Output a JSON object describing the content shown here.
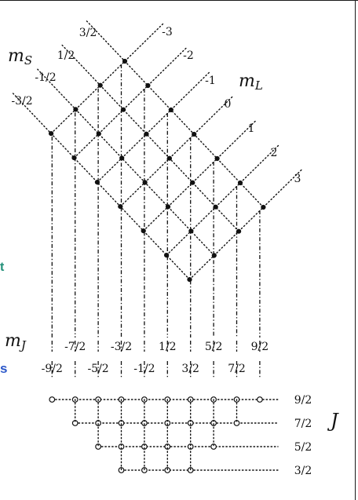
{
  "colors": {
    "ink": "#111111",
    "page": "#ffffff",
    "edge_teal": "#1f8f78",
    "edge_blue": "#2b57c9"
  },
  "symbols": {
    "m_S": "m",
    "m_S_sub": "S",
    "m_L": "m",
    "m_L_sub": "L",
    "m_J": "m",
    "m_J_sub": "J",
    "J": "J"
  },
  "mS_labels": [
    "3/2",
    "1/2",
    "-1/2",
    "-3/2"
  ],
  "mL_labels": [
    "-3",
    "-2",
    "-1",
    "0",
    "1",
    "2",
    "3"
  ],
  "mJ_labels_upper": [
    "-7/2",
    "-3/2",
    "1/2",
    "5/2",
    "9/2"
  ],
  "mJ_labels_lower": [
    "-9/2",
    "-5/2",
    "-1/2",
    "3/2",
    "7/2"
  ],
  "J_labels": [
    "9/2",
    "7/2",
    "5/2",
    "3/2"
  ],
  "edge_fragments": {
    "left_upper": "t",
    "left_lower": "s"
  }
}
